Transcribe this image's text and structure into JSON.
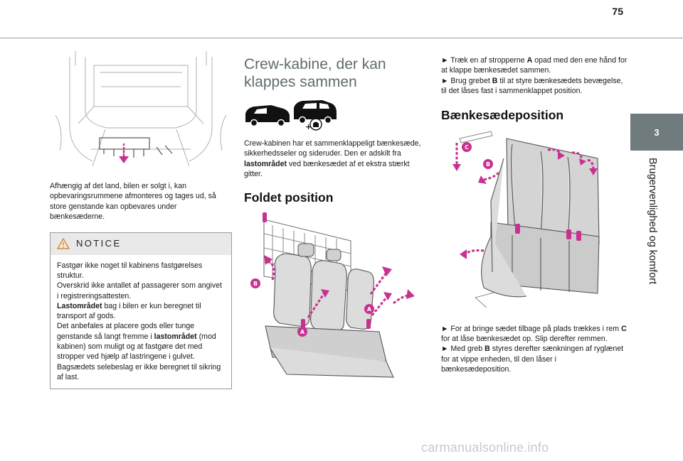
{
  "page": {
    "number": "75"
  },
  "side_tab": {
    "chapter": "3",
    "title": "Brugervenlighed og komfort"
  },
  "col1": {
    "intro_text": "Afhængig af det land, bilen er solgt i, kan opbevaringsrummene afmonteres og tages ud, så store genstande kan opbevares under bænkesæderne.",
    "notice": {
      "title": "NOTICE",
      "p1": "Fastgør ikke noget til kabinens fastgørelses struktur.",
      "p2": "Overskrid ikke antallet af passagerer som angivet i registreringsattesten.",
      "p3_bold": "Lastområdet",
      "p3_rest": " bag i bilen er kun beregnet til transport af gods.",
      "p4_pre": "Det anbefales at placere gods eller tunge genstande så langt fremme i ",
      "p4_bold": "lastområdet",
      "p4_post": " (mod kabinen) som muligt og at fastgøre det med stropper ved hjælp af lastringene i gulvet.",
      "p5": "Bagsædets selebeslag er ikke beregnet til sikring af last."
    }
  },
  "col2": {
    "heading": "Crew-kabine, der kan klappes sammen",
    "intro_pre": "Crew-kabinen har et sammenklappeligt bænkesæde, sikkerhedsseler og sideruder. Den er adskilt fra ",
    "intro_bold": "lastområdet",
    "intro_post": " ved bænkesædet af et ekstra stærkt gitter.",
    "folded_heading": "Foldet position",
    "fig_labels": {
      "b": "B",
      "a1": "A",
      "a2": "A"
    }
  },
  "col3": {
    "step1_pre": "► Træk en af stropperne ",
    "step1_bold": "A",
    "step1_post": " opad med den ene hånd for at klappe bænkesædet sammen.",
    "step2_pre": "► Brug grebet ",
    "step2_bold": "B",
    "step2_post": " til at styre bænkesædets bevægelse, til det låses fast i sammenklappet position.",
    "bench_heading": "Bænkesædeposition",
    "fig_labels": {
      "c": "C",
      "b": "B"
    },
    "step3_pre": "► For at bringe sædet tilbage på plads trækkes i rem ",
    "step3_bold": "C",
    "step3_post": " for at låse bænkesædet op. Slip derefter remmen.",
    "step4_pre": "► Med greb ",
    "step4_bold": "B",
    "step4_post": " styres derefter sænkningen af ryglænet for at vippe enheden, til den låser i bænkesædeposition."
  },
  "colors": {
    "accent_magenta": "#c8318f",
    "tab_gray": "#6f7b7d",
    "notice_gray": "#e9e9e9"
  },
  "watermark": "carmanualsonline.info"
}
